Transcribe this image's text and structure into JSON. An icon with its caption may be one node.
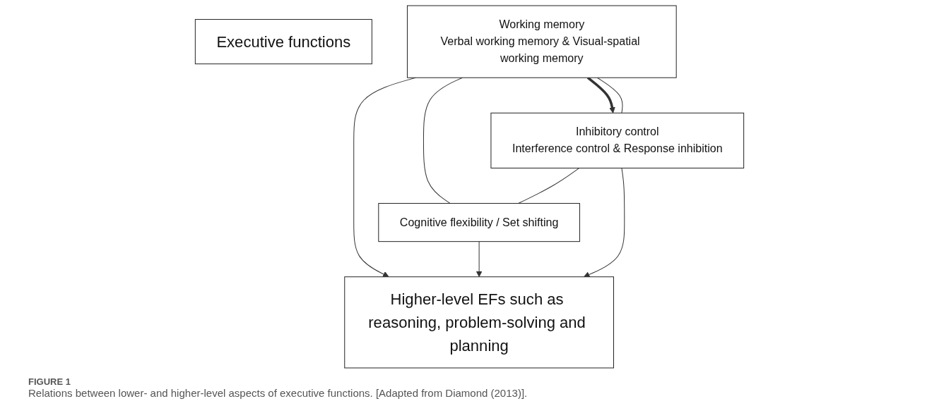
{
  "diagram": {
    "caption": "Relations between lower- and higher-level aspects of executive functions. [Adapted from Diamond (2013)].",
    "nodes": [
      {
        "text": [
          "Executive functions"
        ]
      },
      {
        "text": [
          "Working memory",
          "Verbal working memory & Visual-spatial working memory"
        ]
      },
      {
        "text": [
          "Inhibitory control",
          "Interference control & Response inhibition"
        ]
      },
      {
        "text": [
          "Cognitive flexibility / Set shifting"
        ]
      },
      {
        "text": [
          "Higher-level EFs such as reasoning, problem-solving and planning"
        ]
      }
    ],
    "edges": [
      {
        "from": 1,
        "to": 2,
        "arrow": "to",
        "style": "thick"
      },
      {
        "from": 1,
        "to": 2,
        "arrow": "none"
      },
      {
        "from": 1,
        "to": 3,
        "arrow": "none"
      },
      {
        "from": 2,
        "to": 3,
        "arrow": "none"
      },
      {
        "from": 1,
        "to": 4,
        "arrow": "to"
      },
      {
        "from": 3,
        "to": 4,
        "arrow": "to"
      },
      {
        "from": 2,
        "to": 4,
        "arrow": "to"
      }
    ],
    "labels": [
      "FIGURE 1"
    ]
  }
}
